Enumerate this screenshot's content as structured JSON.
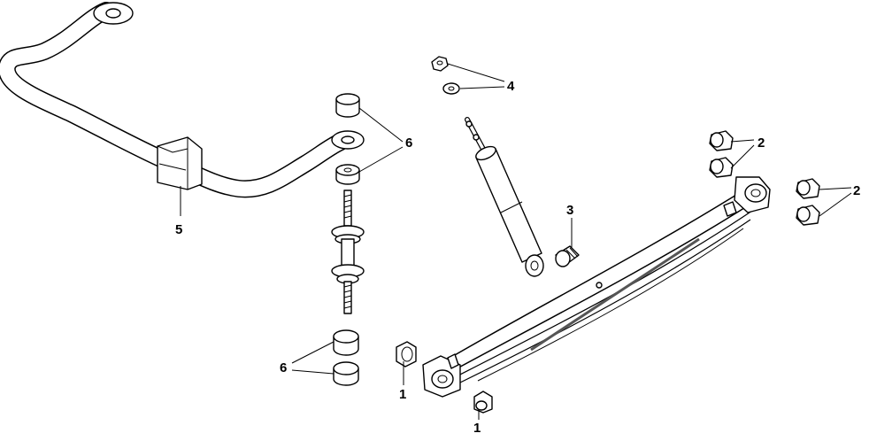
{
  "callouts": {
    "c1a": "1",
    "c1b": "1",
    "c2a": "2",
    "c2b": "2",
    "c3": "3",
    "c4": "4",
    "c5": "5",
    "c6a": "6",
    "c6b": "6"
  }
}
